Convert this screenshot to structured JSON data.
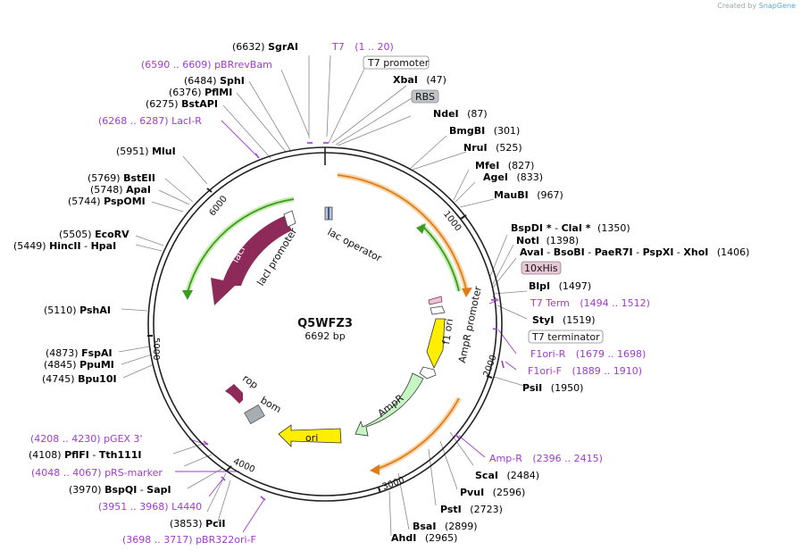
{
  "credit": {
    "prefix": "Created by",
    "brand": "SnapGene"
  },
  "plasmid": {
    "name": "Q5WFZ3",
    "size_label": "6692 bp"
  },
  "ticks": [
    "1000",
    "2000",
    "3000",
    "4000",
    "5000",
    "6000"
  ],
  "features": {
    "lac_operator": "lac operator",
    "lacI_promoter": "lacI promoter",
    "lacI": "lacI",
    "AmpR_promoter": "AmpR promoter",
    "f1_ori": "f1 ori",
    "AmpR": "AmpR",
    "ori": "ori",
    "rop": "rop",
    "bom": "bom"
  },
  "boxed": {
    "t7_promoter": "T7 promoter",
    "rbs": "RBS",
    "his": "10xHis",
    "t7_terminator": "T7 terminator"
  },
  "sites": {
    "SgrAI": {
      "name": "SgrAI",
      "pos": "(6632)"
    },
    "T7": {
      "name": "T7",
      "range": "(1 .. 20)"
    },
    "pBRrevBam": {
      "name": "pBRrevBam",
      "range": "(6590 .. 6609)"
    },
    "XbaI": {
      "name": "XbaI",
      "pos": "(47)"
    },
    "SphI": {
      "name": "SphI",
      "pos": "(6484)"
    },
    "PflMI": {
      "name": "PflMI",
      "pos": "(6376)"
    },
    "BstAPI": {
      "name": "BstAPI",
      "pos": "(6275)"
    },
    "NdeI": {
      "name": "NdeI",
      "pos": "(87)"
    },
    "LacIR": {
      "name": "LacI-R",
      "range": "(6268 .. 6287)"
    },
    "BmgBI": {
      "name": "BmgBI",
      "pos": "(301)"
    },
    "NruI": {
      "name": "NruI",
      "pos": "(525)"
    },
    "MluI": {
      "name": "MluI",
      "pos": "(5951)"
    },
    "MfeI": {
      "name": "MfeI",
      "pos": "(827)"
    },
    "AgeI": {
      "name": "AgeI",
      "pos": "(833)"
    },
    "BstEII": {
      "name": "BstEII",
      "pos": "(5769)"
    },
    "ApaI": {
      "name": "ApaI",
      "pos": "(5748)"
    },
    "MauBI": {
      "name": "MauBI",
      "pos": "(967)"
    },
    "PspOMI": {
      "name": "PspOMI",
      "pos": "(5744)"
    },
    "BspDI": {
      "name": "BspDI *",
      "sep": " - ",
      "name2": "ClaI *",
      "pos": "(1350)"
    },
    "EcoRV": {
      "name": "EcoRV",
      "pos": "(5505)"
    },
    "NotI": {
      "name": "NotI",
      "pos": "(1398)"
    },
    "HincII": {
      "pos": "(5449)",
      "name": "HincII",
      "sep": " - ",
      "name2": "HpaI"
    },
    "AvaI": {
      "name": "AvaI",
      "name2": "BsoBI",
      "name3": "PaeR7I",
      "name4": "PspXI",
      "name5": "XhoI",
      "sep": " - ",
      "pos": "(1406)"
    },
    "BlpI": {
      "name": "BlpI",
      "pos": "(1497)"
    },
    "PshAI": {
      "name": "PshAI",
      "pos": "(5110)"
    },
    "T7Term": {
      "name": "T7 Term",
      "range": "(1494 .. 1512)"
    },
    "StyI": {
      "name": "StyI",
      "pos": "(1519)"
    },
    "FspAI": {
      "name": "FspAI",
      "pos": "(4873)"
    },
    "PpuMI": {
      "name": "PpuMI",
      "pos": "(4845)"
    },
    "F1oriR": {
      "name": "F1ori-R",
      "range": "(1679 .. 1698)"
    },
    "Bpu10I": {
      "name": "Bpu10I",
      "pos": "(4745)"
    },
    "F1oriF": {
      "name": "F1ori-F",
      "range": "(1889 .. 1910)"
    },
    "PsiI": {
      "name": "PsiI",
      "pos": "(1950)"
    },
    "pGEX3": {
      "name": "pGEX 3'",
      "range": "(4208 .. 4230)"
    },
    "AmpRprimer": {
      "name": "Amp-R",
      "range": "(2396 .. 2415)"
    },
    "PflFI": {
      "pos": "(4108)",
      "name": "PflFI",
      "sep": " - ",
      "name2": "Tth111I"
    },
    "ScaI": {
      "name": "ScaI",
      "pos": "(2484)"
    },
    "pRSmarker": {
      "name": "pRS-marker",
      "range": "(4048 .. 4067)"
    },
    "PvuI": {
      "name": "PvuI",
      "pos": "(2596)"
    },
    "BspQI": {
      "pos": "(3970)",
      "name": "BspQI",
      "sep": " - ",
      "name2": "SapI"
    },
    "PstI": {
      "name": "PstI",
      "pos": "(2723)"
    },
    "L4440": {
      "name": "L4440",
      "range": "(3951 .. 3968)"
    },
    "BsaI": {
      "name": "BsaI",
      "pos": "(2899)"
    },
    "PciI": {
      "name": "PciI",
      "pos": "(3853)"
    },
    "AhdI": {
      "name": "AhdI",
      "pos": "(2965)"
    },
    "pBR322oriF": {
      "name": "pBR322ori-F",
      "range": "(3698 .. 3717)"
    }
  },
  "colors": {
    "backbone": "#222222",
    "purple": "#a23ad3",
    "maroon": "#8e2a5a",
    "green": "#3c9a1f",
    "orange": "#e07b1a",
    "yellow": "#ffee00",
    "mint": "#c6f5c4",
    "grey_box": "#c0c4c8"
  }
}
